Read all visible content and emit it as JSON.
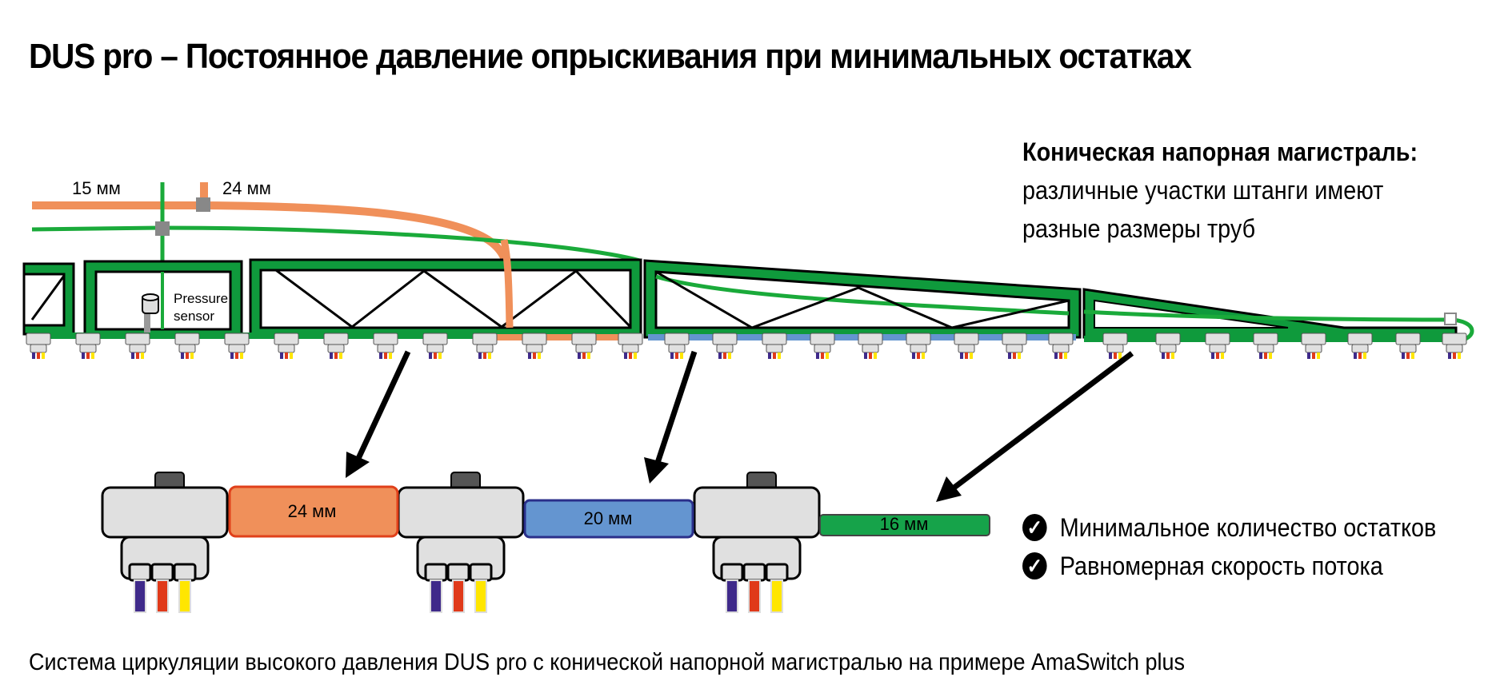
{
  "title": "DUS pro – Постоянное давление опрыскивания при минимальных остатках",
  "info": {
    "heading": "Коническая напорная магистраль:",
    "line1": "различные участки штанги имеют",
    "line2": "разные размеры труб"
  },
  "boom_labels": {
    "pipe_15": "15 мм",
    "pipe_24": "24 мм",
    "sensor_line1": "Pressure",
    "sensor_line2": "sensor"
  },
  "detail_sections": [
    {
      "label": "24 мм",
      "color": "#f0905a",
      "border": "#e0401a"
    },
    {
      "label": "20 мм",
      "color": "#6495d0",
      "border": "#2a2f8a"
    },
    {
      "label": "16 мм",
      "color": "#16a34a",
      "border": "#444444"
    }
  ],
  "benefits": [
    {
      "icon": "check-circle-icon",
      "text": "Минимальное количество остатков"
    },
    {
      "icon": "check-circle-icon",
      "text": "Равномерная скорость потока"
    }
  ],
  "caption": "Система циркуляции высокого давления DUS pro с конической напорной магистралью на примере AmaSwitch plus",
  "colors": {
    "frame_green": "#0f9a3c",
    "line_green": "#1aaa3a",
    "pipe_orange": "#f0905a",
    "pipe_blue": "#6495d0",
    "nozzle_gray": "#e0e0e0",
    "wire_purple": "#3f2a8a",
    "wire_red": "#e03a1a",
    "wire_yellow": "#ffe600"
  }
}
